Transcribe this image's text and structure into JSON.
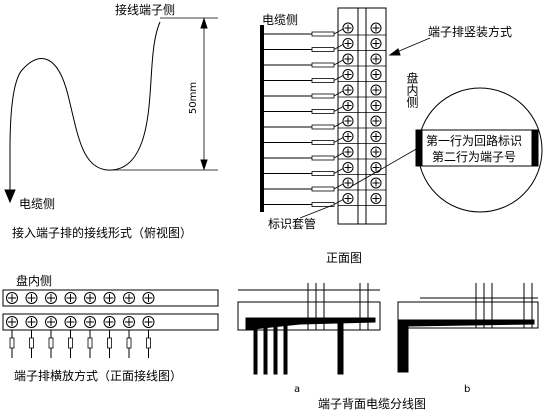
{
  "colors": {
    "ink": "#000000",
    "paper": "#ffffff"
  },
  "top_view": {
    "label_terminal_side": "接线端子侧",
    "label_cable_side": "电缆侧",
    "dimension": "50mm",
    "caption": "接入端子排的接线形式（俯视图）"
  },
  "front_view": {
    "label_cable_side": "电缆侧",
    "label_install_method": "端子排竖装方式",
    "label_panel_inside": "盘内侧",
    "label_marker_tube": "标识套管",
    "callout_line1": "第一行为回路标识",
    "callout_line2": "第二行为端子号",
    "caption": "正面图",
    "terminal_count": 12
  },
  "horizontal_layout": {
    "label_panel_inside": "盘内侧",
    "caption": "端子排横放方式（正面接线图）",
    "terminal_count": 8
  },
  "back_view": {
    "label_a": "a",
    "label_b": "b",
    "caption": "端子背面电缆分线图"
  }
}
